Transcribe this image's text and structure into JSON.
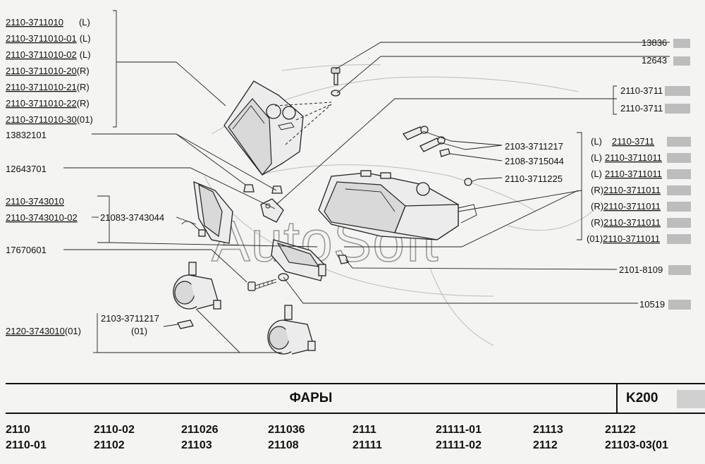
{
  "title": "ФАРЫ",
  "page_code": "K200",
  "watermark": "AutoSoft",
  "callouts_left": [
    {
      "text": "2110-3711010",
      "suffix": "(L)"
    },
    {
      "text": "2110-3711010-01",
      "suffix": "(L)"
    },
    {
      "text": "2110-3711010-02",
      "suffix": "(L)"
    },
    {
      "text": "2110-3711010-20",
      "suffix": "(R)"
    },
    {
      "text": "2110-3711010-21",
      "suffix": "(R)"
    },
    {
      "text": "2110-3711010-22",
      "suffix": "(R)"
    },
    {
      "text": "2110-3711010-30",
      "suffix": "(01)"
    }
  ],
  "labels": {
    "bolt_13832101": "13832101",
    "nut_12643701": "12643701",
    "foglamp_2110_3743010": "2110-3743010",
    "foglamp_2110_3743010_02": "2110-3743010-02",
    "socket_21083_3743044": "21083-3743044",
    "screw_17670601": "17670601",
    "foglamp_2120": "2120-3743010",
    "foglamp_2120_suffix": "(01)",
    "bulb_2103_3711217_low": "2103-3711217",
    "bulb_2103_suffix": "(01)",
    "bulb_2103_3711217": "2103-3711217",
    "bulb_2108_3715044": "2108-3715044",
    "bulb_2110_3711225": "2110-3711225"
  },
  "callouts_right_top": [
    "13836",
    "12643"
  ],
  "callouts_right_pair": [
    "2110-3711",
    "2110-3711"
  ],
  "callouts_right_list": [
    {
      "prefix": "(L)",
      "text": "2110-3711"
    },
    {
      "prefix": "(L)",
      "text": "2110-3711011"
    },
    {
      "prefix": "(L)",
      "text": "2110-3711011"
    },
    {
      "prefix": "(R)",
      "text": "2110-3711011"
    },
    {
      "prefix": "(R)",
      "text": "2110-3711011"
    },
    {
      "prefix": "(R)",
      "text": "2110-3711011"
    },
    {
      "prefix": "(01)",
      "text": "2110-3711011"
    }
  ],
  "callouts_right_bottom": [
    "2101-8109",
    "10519"
  ],
  "models": [
    {
      "a": "2110",
      "b": "2110-01",
      "bold": false
    },
    {
      "a": "2110-02",
      "b": "21102",
      "bold": true
    },
    {
      "a": "211026",
      "b": "21103",
      "bold": true
    },
    {
      "a": "211036",
      "b": "21108",
      "bold": true
    },
    {
      "a": "2111",
      "b": "21111",
      "bold": true
    },
    {
      "a": "21111-01",
      "b": "21111-02",
      "bold": true
    },
    {
      "a": "21113",
      "b": "2112",
      "bold": true
    },
    {
      "a": "21122",
      "b": "21103-03(01",
      "bold": true
    }
  ]
}
